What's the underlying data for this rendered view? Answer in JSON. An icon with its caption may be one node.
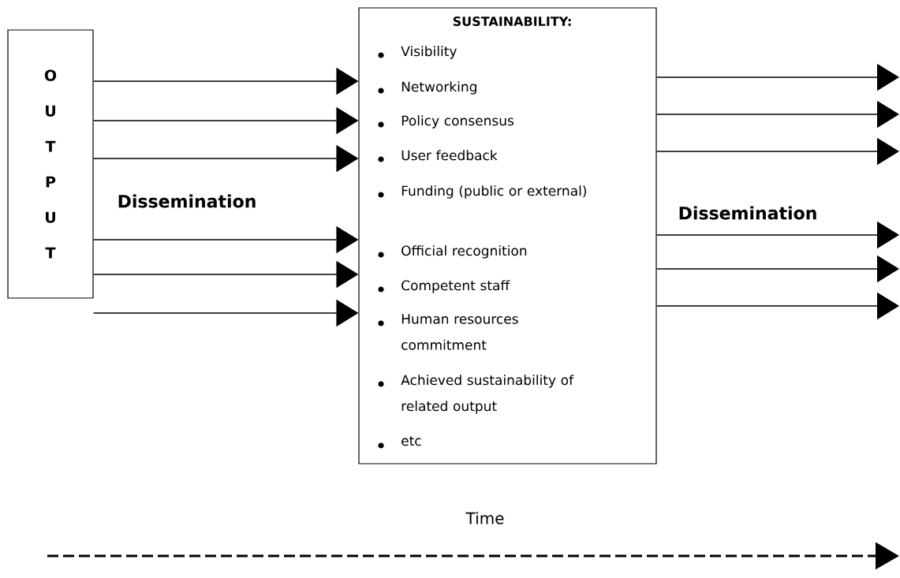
{
  "diagram": {
    "nodes": [
      {
        "text": [
          "O U T P U T"
        ]
      },
      {
        "text": [
          "SUSTAINABILITY:",
          "Visibility",
          "Networking",
          "Policy consensus",
          "User feedback",
          "Funding (public or external)",
          "Official recognition",
          "Competent staff",
          "Human resources commitment",
          "Achieved sustainability of related output",
          "etc"
        ]
      }
    ],
    "edges": [
      {
        "from": 0,
        "to": 1,
        "arrow": "to"
      },
      {
        "from": 0,
        "to": 1,
        "arrow": "to"
      },
      {
        "from": 0,
        "to": 1,
        "arrow": "to"
      },
      {
        "from": 0,
        "to": 1,
        "arrow": "to"
      },
      {
        "from": 0,
        "to": 1,
        "arrow": "to"
      },
      {
        "from": 0,
        "to": 1,
        "arrow": "to"
      },
      {
        "from": 1,
        "to": null,
        "arrow": "to"
      },
      {
        "from": 1,
        "to": null,
        "arrow": "to"
      },
      {
        "from": 1,
        "to": null,
        "arrow": "to"
      },
      {
        "from": 1,
        "to": null,
        "arrow": "to"
      },
      {
        "from": 1,
        "to": null,
        "arrow": "to"
      },
      {
        "from": 1,
        "to": null,
        "arrow": "to"
      }
    ],
    "labels": [
      "Dissemination",
      "Dissemination",
      "Time"
    ]
  }
}
